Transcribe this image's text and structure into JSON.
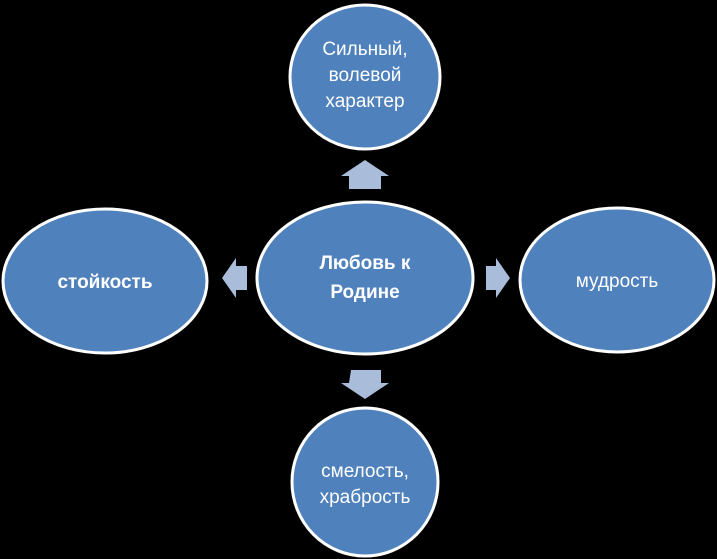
{
  "diagram": {
    "center": {
      "line1": "Любовь к",
      "line2": "Родине"
    },
    "top": {
      "line1": "Сильный,",
      "line2": "волевой",
      "line3": "характер"
    },
    "left": {
      "line1": "стойкость"
    },
    "right": {
      "line1": "мудрость"
    },
    "bottom": {
      "line1": "смелость,",
      "line2": "храбрость"
    }
  },
  "colors": {
    "node_fill": "#4f81bd",
    "node_stroke": "#ffffff",
    "arrow_fill": "#a9bddb",
    "background": "#000000"
  }
}
